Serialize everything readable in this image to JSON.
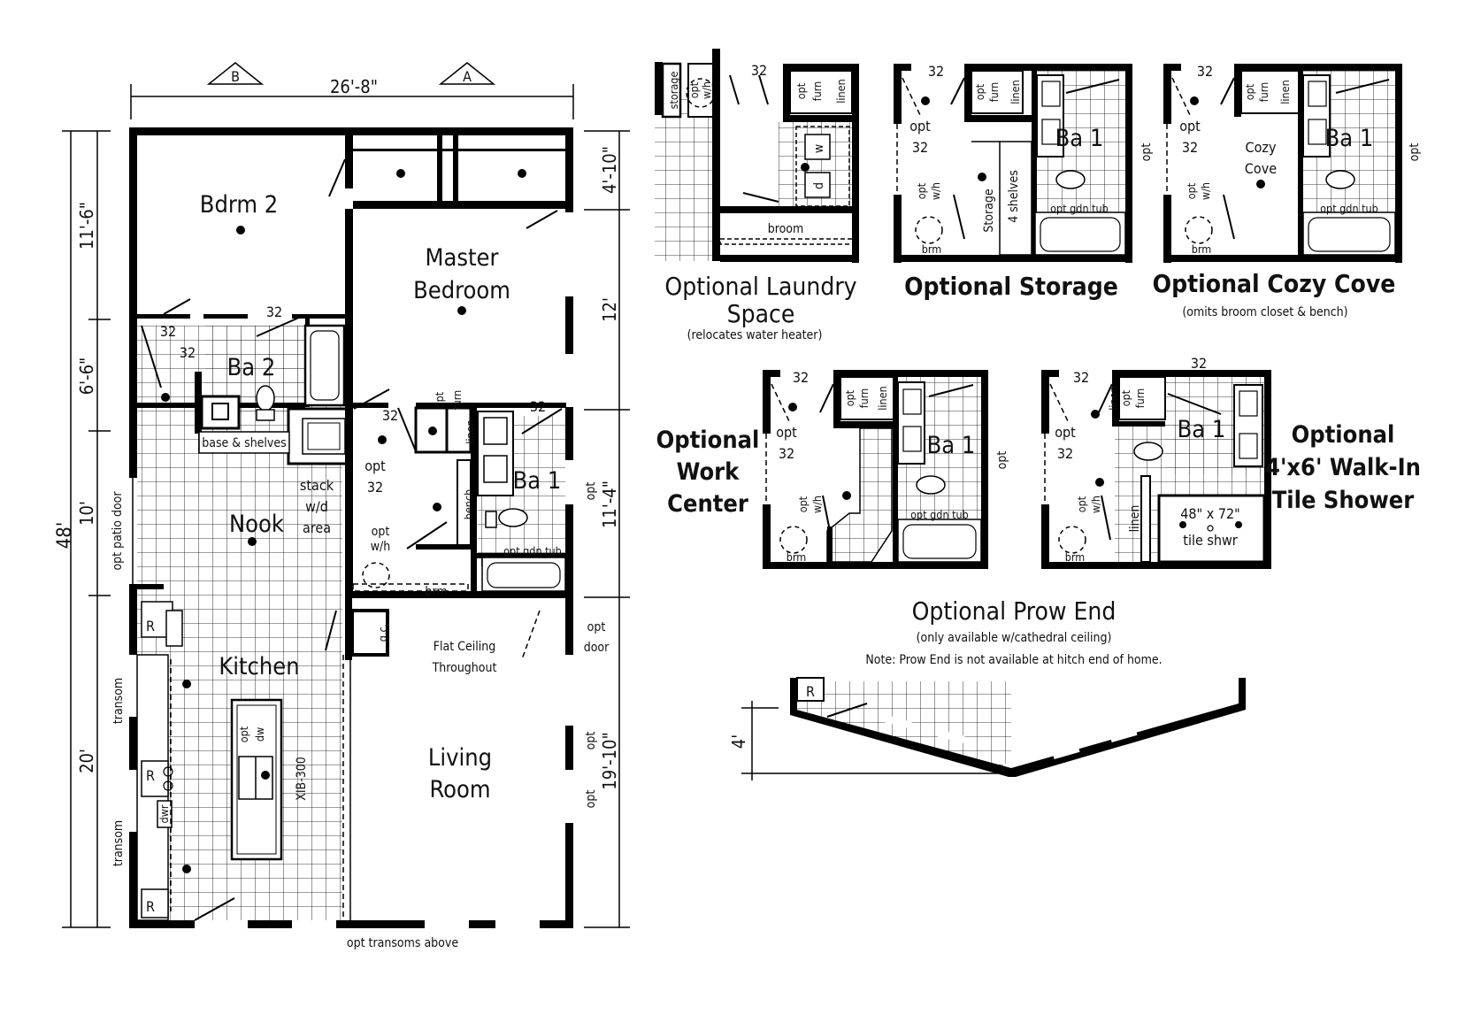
{
  "main_plan": {
    "overall_width": "26'-8\"",
    "overall_length": "48'",
    "section_markers": [
      "B",
      "A"
    ],
    "left_dims": [
      "11'-6\"",
      "6'-6\"",
      "10'",
      "20'"
    ],
    "right_dims": [
      "4'-10\"",
      "12'",
      "11'-4\"",
      "19'-10\""
    ],
    "rooms": {
      "bdrm2": "Bdrm 2",
      "master_l1": "Master",
      "master_l2": "Bedroom",
      "ba2": "Ba 2",
      "ba1": "Ba 1",
      "nook": "Nook",
      "kitchen": "Kitchen",
      "living_l1": "Living",
      "living_l2": "Room"
    },
    "labels": {
      "door_32": "32",
      "base_shelves": "base & shelves",
      "stack_l1": "stack",
      "stack_l2": "w/d",
      "stack_l3": "area",
      "opt": "opt",
      "furn": "furn",
      "linen": "linen",
      "bench": "bench",
      "opt_wh_1": "opt",
      "opt_wh_2": "w/h",
      "brm": "brm",
      "opt_gdn_tub": "opt gdn tub",
      "opt_door_1": "opt",
      "opt_door_2": "door",
      "flat_ceiling_1": "Flat Ceiling",
      "flat_ceiling_2": "Throughout",
      "opt_patio_door": "opt patio door",
      "transom": "transom",
      "refrigerator": "R",
      "gc": "g.c.",
      "dw": "dw",
      "dwr": "dwr",
      "xib": "XIB-300",
      "opt_transoms": "opt transoms above"
    }
  },
  "options": [
    {
      "title_l1": "Optional Laundry",
      "title_l2": "Space",
      "note": "(relocates water heater)"
    },
    {
      "title_l1": "Optional Storage",
      "title_l2": "",
      "note": ""
    },
    {
      "title_l1": "Optional Cozy Cove",
      "title_l2": "",
      "note": "(omits broom closet & bench)"
    },
    {
      "title_l1": "Optional",
      "title_l2": "Work",
      "title_l3": "Center"
    },
    {
      "title_l1": "Optional",
      "title_l2": "4'x6' Walk-In",
      "title_l3": "Tile Shower"
    }
  ],
  "option_labels": {
    "storage": "storage",
    "broom": "broom",
    "storage_v": "Storage",
    "four_shelves": "4 shelves",
    "cozy_1": "Cozy",
    "cove_2": "Cove",
    "shower_size": "48\" x 72\"",
    "tile_shwr": "tile shwr",
    "w": "w",
    "d": "d"
  },
  "prow": {
    "title": "Optional Prow End",
    "sub": "(only available w/cathedral ceiling)",
    "note": "Note: Prow End is not available at hitch end of home.",
    "dim": "4'"
  }
}
